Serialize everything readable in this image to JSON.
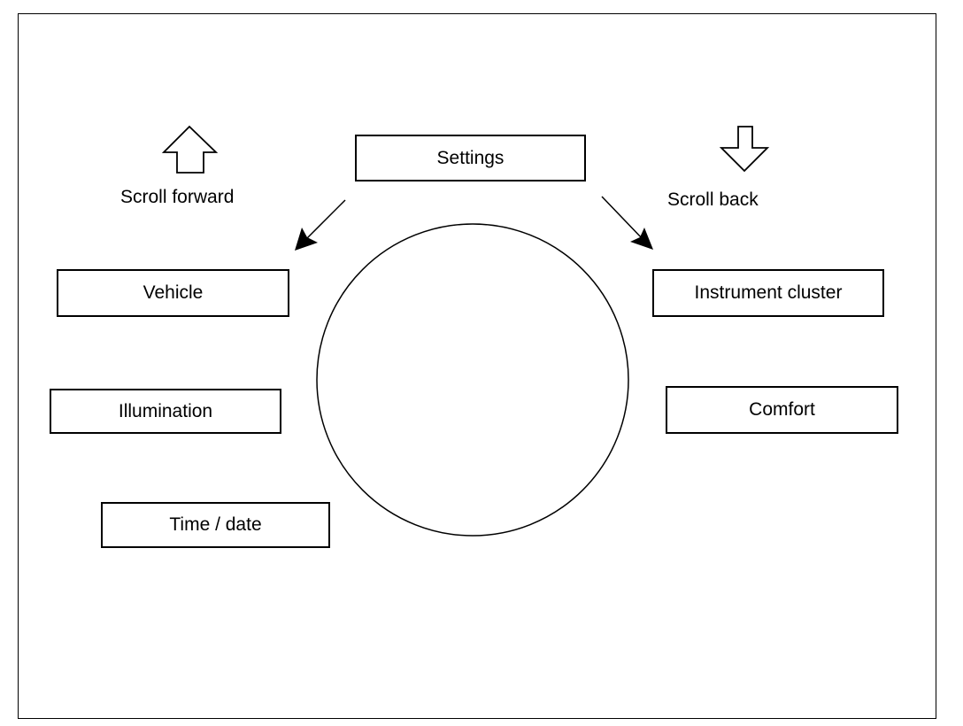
{
  "diagram": {
    "center": "Settings",
    "menu_items": {
      "vehicle": "Vehicle",
      "illumination": "Illumination",
      "time_date": "Time / date",
      "instrument_cluster": "Instrument cluster",
      "comfort": "Comfort"
    },
    "scroll_forward": {
      "label": "Scroll forward",
      "icon": "arrow-up-outline-icon"
    },
    "scroll_back": {
      "label": "Scroll back",
      "icon": "arrow-down-outline-icon"
    }
  }
}
